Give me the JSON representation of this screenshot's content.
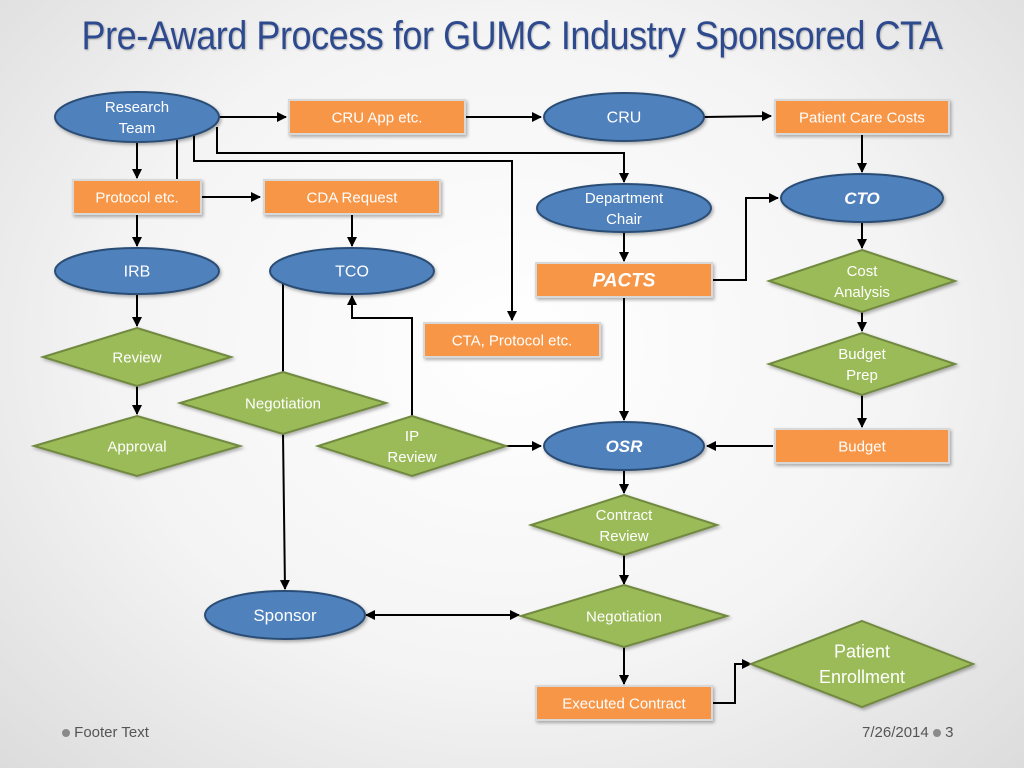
{
  "title": "Pre-Award Process for GUMC Industry Sponsored CTA",
  "colors": {
    "ellipse_fill": "#4f81bd",
    "ellipse_stroke": "#2c4d75",
    "box_fill": "#f79646",
    "box_stroke": "#d8d8d8",
    "diamond_fill": "#9bbb59",
    "diamond_stroke": "#71893f",
    "connector": "#000000",
    "title": "#2e4a8f"
  },
  "nodes": {
    "research_team": [
      "Research",
      "Team"
    ],
    "cru_app": [
      "CRU App etc."
    ],
    "cru": [
      "CRU"
    ],
    "patient_care_costs": [
      "Patient Care Costs"
    ],
    "protocol_etc": [
      "Protocol etc."
    ],
    "cda_request": [
      "CDA Request"
    ],
    "department_chair": [
      "Department",
      "Chair"
    ],
    "cto": [
      "CTO"
    ],
    "irb": [
      "IRB"
    ],
    "tco": [
      "TCO"
    ],
    "pacts": [
      "PACTS"
    ],
    "cost_analysis": [
      "Cost",
      "Analysis"
    ],
    "cta_protocol": [
      "CTA, Protocol etc."
    ],
    "review": [
      "Review"
    ],
    "negotiation_left": [
      "Negotiation"
    ],
    "budget_prep": [
      "Budget",
      "Prep"
    ],
    "approval": [
      "Approval"
    ],
    "ip_review": [
      "IP",
      "Review"
    ],
    "osr": [
      "OSR"
    ],
    "budget": [
      "Budget"
    ],
    "contract_review": [
      "Contract",
      "Review"
    ],
    "sponsor": [
      "Sponsor"
    ],
    "negotiation_center": [
      "Negotiation"
    ],
    "patient_enrollment": [
      "Patient",
      "Enrollment"
    ],
    "executed_contract": [
      "Executed Contract"
    ]
  },
  "footer": {
    "text": "Footer Text",
    "date": "7/26/2014",
    "page": "3"
  }
}
